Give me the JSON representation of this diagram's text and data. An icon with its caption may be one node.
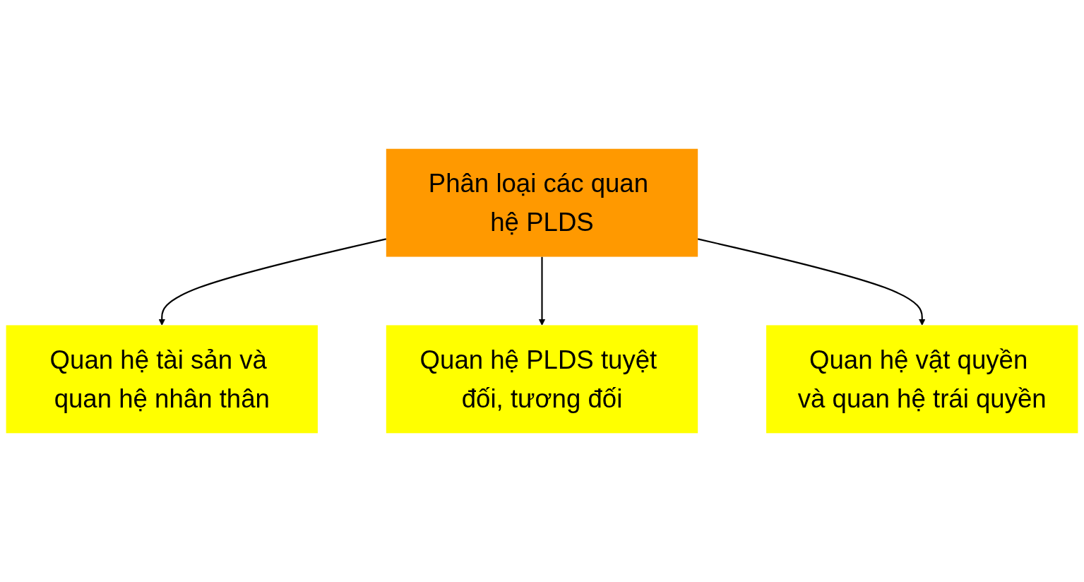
{
  "diagram": {
    "nodes": [
      {
        "text": [
          "Phân loại các quan hệ PLDS"
        ]
      },
      {
        "text": [
          "Quan hệ tài sản và quan hệ nhân thân"
        ]
      },
      {
        "text": [
          "Quan hệ PLDS tuyệt đối, tương đối"
        ]
      },
      {
        "text": [
          "Quan hệ vật quyền và quan hệ trái quyền"
        ]
      }
    ],
    "edges": [
      {
        "from": 0,
        "to": 1,
        "arrow": "to"
      },
      {
        "from": 0,
        "to": 2,
        "arrow": "to"
      },
      {
        "from": 0,
        "to": 3,
        "arrow": "to"
      }
    ]
  }
}
